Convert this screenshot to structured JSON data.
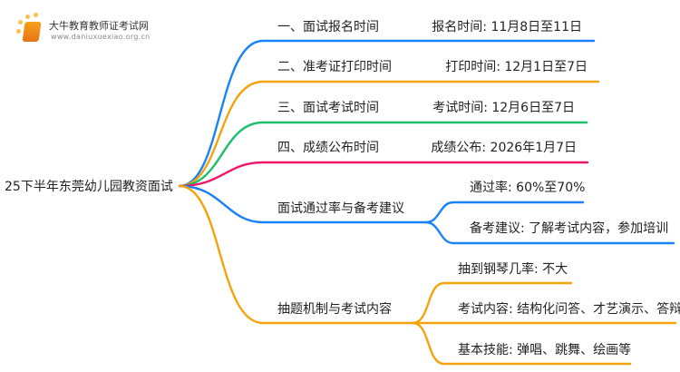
{
  "logo": {
    "name": "大牛教育教师证考试网",
    "url": "www.daniuxuexiao.org.cn"
  },
  "root": "25下半年东莞幼儿园教资面试",
  "branches": [
    {
      "label": "一、面试报名时间",
      "detail": "报名时间: 11月8日至11日",
      "color": "#1a82f7"
    },
    {
      "label": "二、准考证打印时间",
      "detail": "打印时间: 12月1日至7日",
      "color": "#f5a30a"
    },
    {
      "label": "三、面试考试时间",
      "detail": "考试时间: 12月6日至7日",
      "color": "#1dbf6a"
    },
    {
      "label": "四、成绩公布时间",
      "detail": "成绩公布: 2026年1月7日",
      "color": "#f0176b"
    },
    {
      "label": "面试通过率与备考建议",
      "children": [
        "通过率: 60%至70%",
        "备考建议: 了解考试内容，参加培训"
      ],
      "color": "#1a82f7"
    },
    {
      "label": "抽题机制与考试内容",
      "children": [
        "抽到钢琴几率: 不大",
        "考试内容: 结构化问答、才艺演示、答辩",
        "基本技能: 弹唱、跳舞、绘画等"
      ],
      "color": "#f5a30a"
    }
  ]
}
